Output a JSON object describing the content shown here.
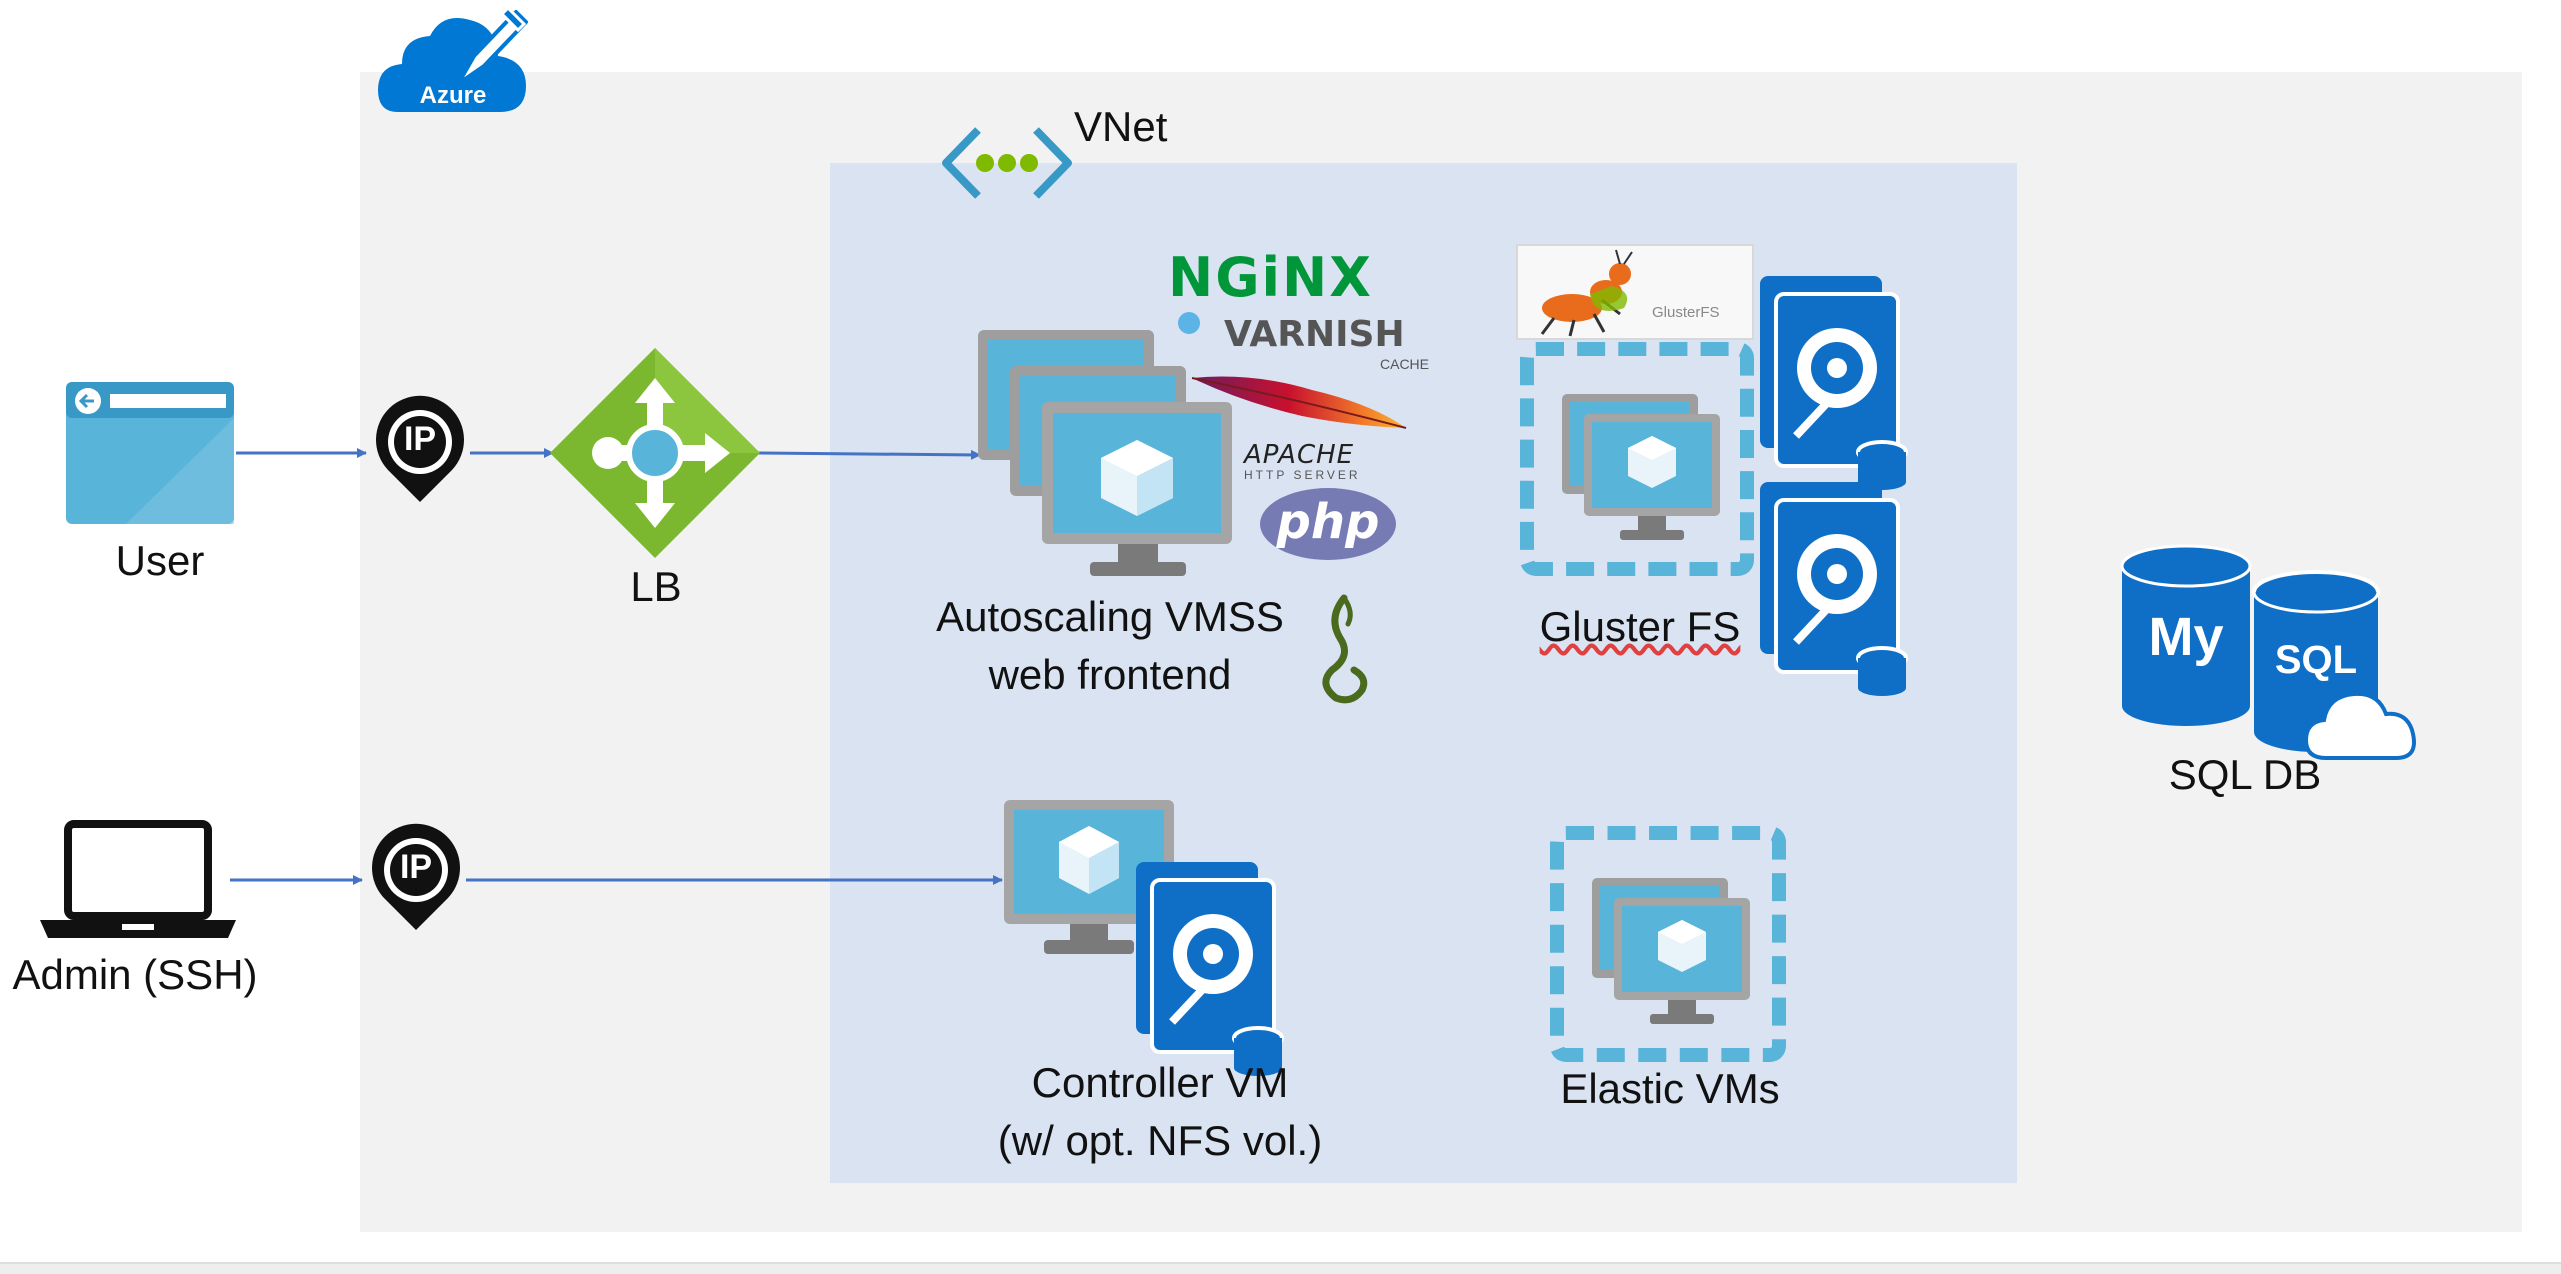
{
  "badges": {
    "azure": "Azure",
    "ip_user": "IP",
    "ip_admin": "IP"
  },
  "labels": {
    "vnet": "VNet",
    "user": "User",
    "lb": "LB",
    "admin": "Admin (SSH)",
    "vmss_line1": "Autoscaling VMSS",
    "vmss_line2": "web frontend",
    "gluster": "Gluster FS",
    "controller_line1": "Controller VM",
    "controller_line2": "(w/ opt. NFS vol.)",
    "elastic": "Elastic VMs",
    "sqldb": "SQL DB"
  },
  "logos": {
    "nginx": "NGiNX",
    "varnish": "VARNISH",
    "varnish_sub": "CACHE",
    "apache": "APACHE",
    "apache_sub": "HTTP SERVER",
    "php": "php",
    "glusterfs_logo": "GlusterFS",
    "mysql_my": "My",
    "mysql_sql": "SQL"
  },
  "colors": {
    "azure_blue": "#0078d4",
    "arrow_blue": "#4472c4",
    "lb_green": "#7cb82f",
    "vm_blue": "#59b4d9",
    "disk_blue": "#0f6fc6",
    "nginx_green": "#009639",
    "php_purple": "#777bb4",
    "canvas_bg": "#f2f2f2",
    "vnet_bg": "#dae3f2"
  },
  "icons": {
    "azure": "azure-cloud-icon",
    "vnet": "vnet-icon",
    "user": "browser-window-icon",
    "admin": "laptop-icon",
    "ip": "public-ip-pin-icon",
    "lb": "load-balancer-icon",
    "vm": "virtual-machine-icon",
    "disk": "managed-disk-icon",
    "sql": "mysql-database-icon"
  }
}
